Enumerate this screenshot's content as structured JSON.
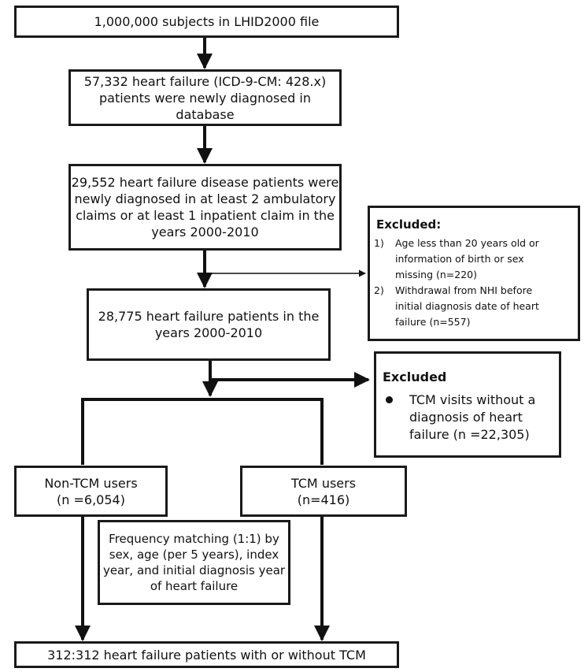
{
  "boxes": {
    "b1": "1,000,000 subjects in LHID2000 file",
    "b2": [
      "57,332 heart failure (ICD-9-CM: 428.x)",
      "patients were newly diagnosed in",
      "database"
    ],
    "b3": [
      "29,552 heart failure disease patients were",
      "newly diagnosed in at least 2 ambulatory",
      "claims or at least 1 inpatient claim in the",
      "years 2000-2010"
    ],
    "b4": [
      "28,775 heart failure patients in the",
      "years 2000-2010"
    ],
    "nontcm": [
      "Non-TCM users",
      "(n =6,054)"
    ],
    "tcm": [
      "TCM users",
      "(n=416)"
    ],
    "matching": [
      "Frequency matching (1:1) by",
      "sex, age (per 5 years), index",
      "year, and initial diagnosis year",
      "of heart failure"
    ],
    "final": "312:312 heart failure patients with or without TCM"
  },
  "excluded1": {
    "title": "Excluded:",
    "items": [
      {
        "num": "1)",
        "lines": [
          "Age less than 20 years old or",
          "information of birth or sex",
          "missing (n=220)"
        ]
      },
      {
        "num": "2)",
        "lines": [
          "Withdrawal from NHI before",
          "initial diagnosis date of heart",
          "failure (n=557)"
        ]
      }
    ]
  },
  "excluded2": {
    "title": "Excluded",
    "lines": [
      "TCM visits without a",
      "diagnosis of heart",
      "failure (n =22,305)"
    ]
  }
}
